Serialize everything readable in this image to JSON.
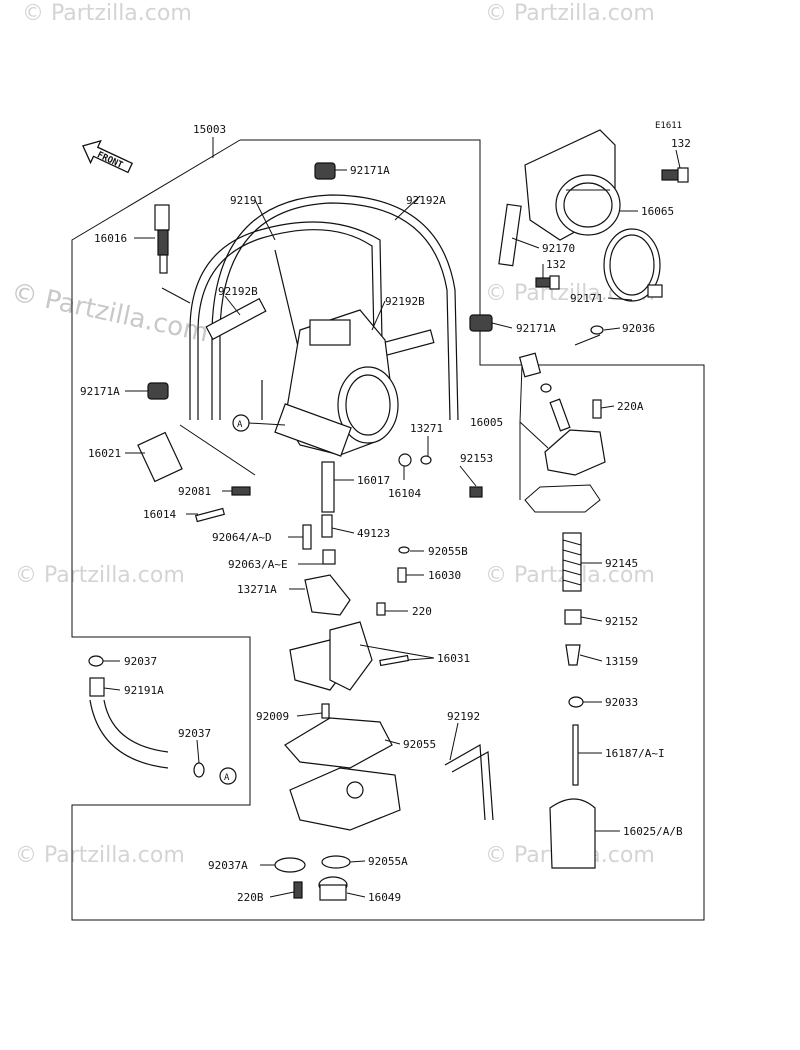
{
  "watermark": "© Partzilla.com",
  "diagram_code": "E1611",
  "front_label": "FRONT",
  "callout_a": "A",
  "labels": {
    "p15003": "15003",
    "p92171A_top": "92171A",
    "p92191": "92191",
    "p92192A": "92192A",
    "p16016": "16016",
    "p92192B_left": "92192B",
    "p92192B_right": "92192B",
    "p92171A_left": "92171A",
    "p16021": "16021",
    "p13271": "13271",
    "p92153": "92153",
    "p16017": "16017",
    "p16104": "16104",
    "p92081": "92081",
    "p16014": "16014",
    "p92064": "92064/A~D",
    "p49123": "49123",
    "p92055B": "92055B",
    "p92063": "92063/A~E",
    "p16030": "16030",
    "p13271A": "13271A",
    "p220": "220",
    "p16031": "16031",
    "p92037_top": "92037",
    "p92191A": "92191A",
    "p92037_mid": "92037",
    "p92009": "92009",
    "p92192": "92192",
    "p92055": "92055",
    "p92037A": "92037A",
    "p92055A": "92055A",
    "p220B": "220B",
    "p16049": "16049",
    "p132_top": "132",
    "p16065": "16065",
    "p92170": "92170",
    "p132_mid": "132",
    "p92171": "92171",
    "p92171A_right": "92171A",
    "p92036": "92036",
    "p16005": "16005",
    "p220A": "220A",
    "p92145": "92145",
    "p92152": "92152",
    "p13159": "13159",
    "p92033": "92033",
    "p16187": "16187/A~I",
    "p16025": "16025/A/B"
  }
}
